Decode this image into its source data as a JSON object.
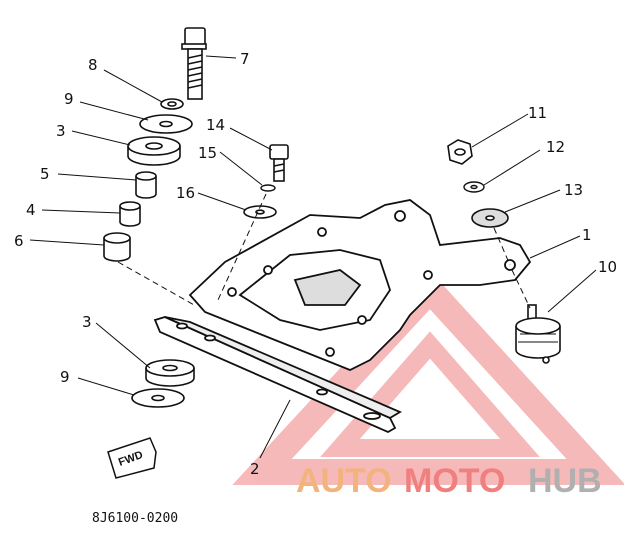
{
  "diagram": {
    "part_code": "8J6100-0200",
    "direction_tag": "FWD"
  },
  "callouts": {
    "c1": "1",
    "c2": "2",
    "c3a": "3",
    "c3b": "3",
    "c4": "4",
    "c5": "5",
    "c6": "6",
    "c7": "7",
    "c8": "8",
    "c9a": "9",
    "c9b": "9",
    "c10": "10",
    "c11": "11",
    "c12": "12",
    "c13": "13",
    "c14": "14",
    "c15": "15",
    "c16": "16"
  },
  "watermark": {
    "part1": "AUTO",
    "part2": "MOTO",
    "part3": "HUB",
    "color_primary": "#f08080",
    "color_secondary": "#f2b37d",
    "color_tertiary": "#b0b0b0"
  }
}
